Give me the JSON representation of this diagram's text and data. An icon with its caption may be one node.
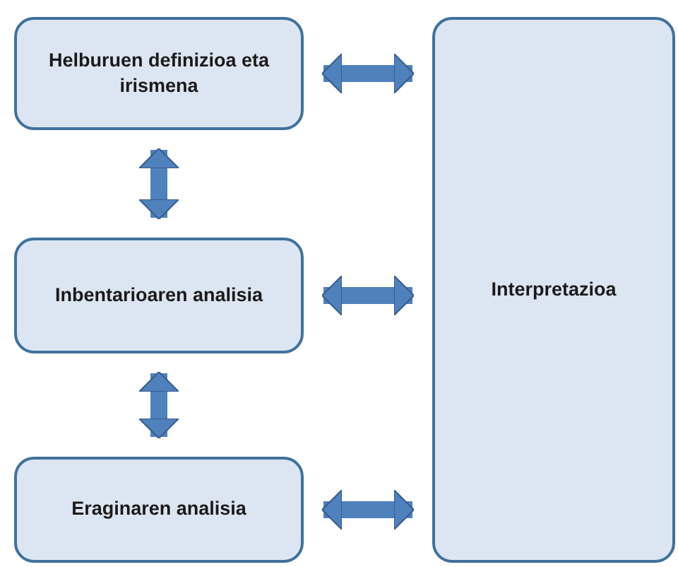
{
  "diagram": {
    "nodes": [
      {
        "text": [
          "Helburuen definizioa eta irismena"
        ]
      },
      {
        "text": [
          "Inbentarioaren analisia"
        ]
      },
      {
        "text": [
          "Eraginaren analisia"
        ]
      },
      {
        "text": [
          "Interpretazioa"
        ]
      }
    ],
    "edges": [
      {
        "from": 0,
        "to": 3,
        "arrow": "both"
      },
      {
        "from": 0,
        "to": 1,
        "arrow": "both"
      },
      {
        "from": 1,
        "to": 3,
        "arrow": "both"
      },
      {
        "from": 1,
        "to": 2,
        "arrow": "both"
      },
      {
        "from": 2,
        "to": 3,
        "arrow": "both"
      }
    ]
  }
}
